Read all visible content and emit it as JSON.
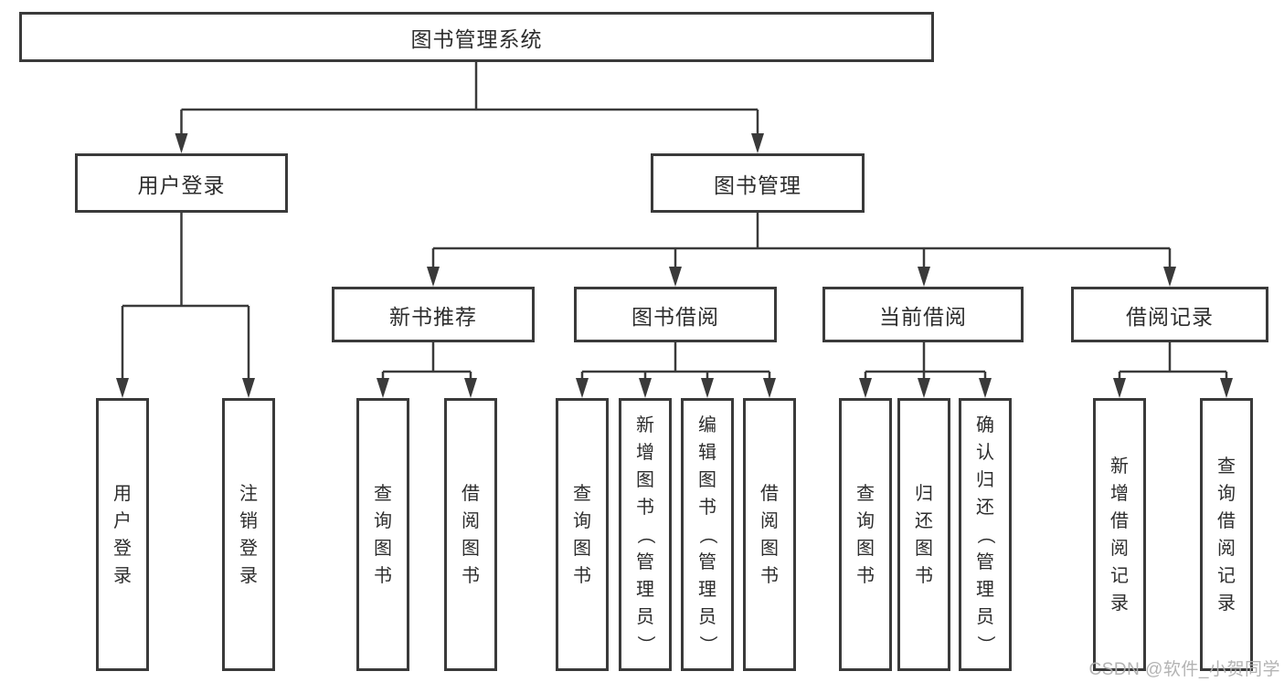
{
  "diagram": {
    "colors": {
      "line": "#3a3a3a",
      "border": "#3a3a3a",
      "text": "#2d2d2d",
      "background": "#ffffff",
      "watermark": "#afafaf"
    },
    "tree": {
      "label": "图书管理系统",
      "children": [
        {
          "label": "用户登录",
          "children": [
            {
              "label": "用户登录"
            },
            {
              "label": "注销登录"
            }
          ]
        },
        {
          "label": "图书管理",
          "children": [
            {
              "label": "新书推荐",
              "children": [
                {
                  "label": "查询图书"
                },
                {
                  "label": "借阅图书"
                }
              ]
            },
            {
              "label": "图书借阅",
              "children": [
                {
                  "label": "查询图书"
                },
                {
                  "label": "新增图书（管理员）"
                },
                {
                  "label": "编辑图书（管理员）"
                },
                {
                  "label": "借阅图书"
                }
              ]
            },
            {
              "label": "当前借阅",
              "children": [
                {
                  "label": "查询图书"
                },
                {
                  "label": "归还图书"
                },
                {
                  "label": "确认归还（管理员）"
                }
              ]
            },
            {
              "label": "借阅记录",
              "children": [
                {
                  "label": "新增借阅记录"
                },
                {
                  "label": "查询借阅记录"
                }
              ]
            }
          ]
        }
      ]
    },
    "watermark": "CSDN @软件_小贺同学"
  }
}
